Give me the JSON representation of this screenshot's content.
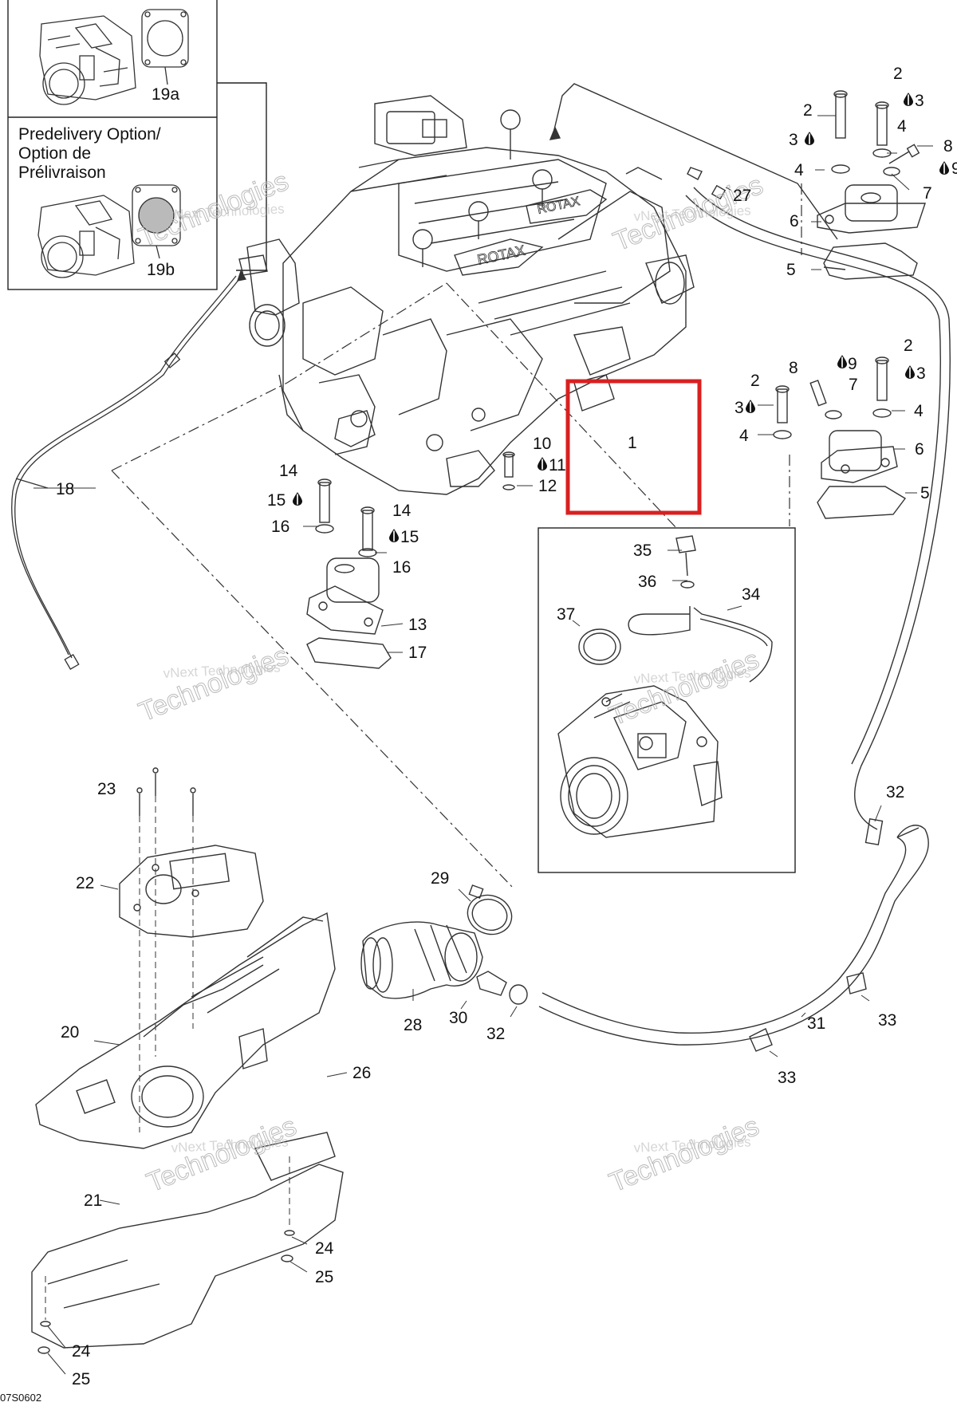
{
  "option_box": {
    "lines": [
      "Predelivery Option/",
      "Option de",
      "Prélivraison"
    ],
    "label_a": "19a",
    "label_b": "19b"
  },
  "watermark": {
    "line1": "vNext Technologies",
    "line2": "Technologies"
  },
  "drawing_code": "07S0602",
  "highlight_color": "#d92020",
  "callouts": [
    {
      "id": "c1",
      "text": "1"
    },
    {
      "id": "c2a",
      "text": "2"
    },
    {
      "id": "c2b",
      "text": "2"
    },
    {
      "id": "c2c",
      "text": "2"
    },
    {
      "id": "c2d",
      "text": "2"
    },
    {
      "id": "c3a",
      "text": "3"
    },
    {
      "id": "c3b",
      "text": "3"
    },
    {
      "id": "c3c",
      "text": "3"
    },
    {
      "id": "c3d",
      "text": "3"
    },
    {
      "id": "c4a",
      "text": "4"
    },
    {
      "id": "c4b",
      "text": "4"
    },
    {
      "id": "c4c",
      "text": "4"
    },
    {
      "id": "c4d",
      "text": "4"
    },
    {
      "id": "c5a",
      "text": "5"
    },
    {
      "id": "c5b",
      "text": "5"
    },
    {
      "id": "c6a",
      "text": "6"
    },
    {
      "id": "c6b",
      "text": "6"
    },
    {
      "id": "c7a",
      "text": "7"
    },
    {
      "id": "c7b",
      "text": "7"
    },
    {
      "id": "c8a",
      "text": "8"
    },
    {
      "id": "c8b",
      "text": "8"
    },
    {
      "id": "c9a",
      "text": "9"
    },
    {
      "id": "c9b",
      "text": "9"
    },
    {
      "id": "c10",
      "text": "10"
    },
    {
      "id": "c11",
      "text": "11"
    },
    {
      "id": "c12",
      "text": "12"
    },
    {
      "id": "c13",
      "text": "13"
    },
    {
      "id": "c14a",
      "text": "14"
    },
    {
      "id": "c14b",
      "text": "14"
    },
    {
      "id": "c15a",
      "text": "15"
    },
    {
      "id": "c15b",
      "text": "15"
    },
    {
      "id": "c16a",
      "text": "16"
    },
    {
      "id": "c16b",
      "text": "16"
    },
    {
      "id": "c17",
      "text": "17"
    },
    {
      "id": "c18",
      "text": "18"
    },
    {
      "id": "c20",
      "text": "20"
    },
    {
      "id": "c21",
      "text": "21"
    },
    {
      "id": "c22",
      "text": "22"
    },
    {
      "id": "c23",
      "text": "23"
    },
    {
      "id": "c24a",
      "text": "24"
    },
    {
      "id": "c24b",
      "text": "24"
    },
    {
      "id": "c25a",
      "text": "25"
    },
    {
      "id": "c25b",
      "text": "25"
    },
    {
      "id": "c26",
      "text": "26"
    },
    {
      "id": "c27",
      "text": "27"
    },
    {
      "id": "c28",
      "text": "28"
    },
    {
      "id": "c29",
      "text": "29"
    },
    {
      "id": "c30",
      "text": "30"
    },
    {
      "id": "c31",
      "text": "31"
    },
    {
      "id": "c32a",
      "text": "32"
    },
    {
      "id": "c32b",
      "text": "32"
    },
    {
      "id": "c33a",
      "text": "33"
    },
    {
      "id": "c33b",
      "text": "33"
    },
    {
      "id": "c34",
      "text": "34"
    },
    {
      "id": "c35",
      "text": "35"
    },
    {
      "id": "c36",
      "text": "36"
    },
    {
      "id": "c37",
      "text": "37"
    }
  ]
}
